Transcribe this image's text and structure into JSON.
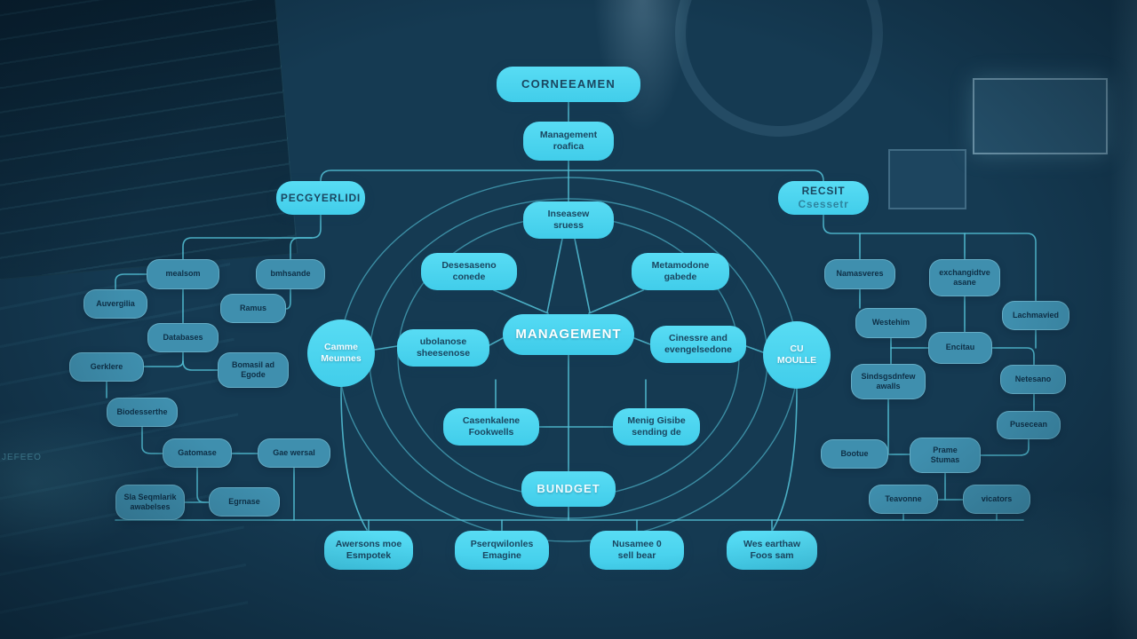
{
  "background": {
    "edge_label": "JEFEEO"
  },
  "nodes": {
    "top": {
      "label": "CORNEEAMEN"
    },
    "top_sub": {
      "label": "Management\nroafica"
    },
    "left_branch": {
      "label": "PECGYERLIDI"
    },
    "right_branch": {
      "label": "RECSIT",
      "sub": "Csessetr"
    },
    "inner_top": {
      "label": "Inseasew\nsruess"
    },
    "inner_top_left": {
      "label": "Desesaseno\nconede"
    },
    "inner_top_right": {
      "label": "Metamodone\ngabede"
    },
    "hub": {
      "label": "MANAGEMENT"
    },
    "inner_left": {
      "label": "ubolanose\nsheesenose"
    },
    "inner_right": {
      "label": "Cinessre and\nevengelsedone"
    },
    "inner_bottom_left": {
      "label": "Casenkalene\nFookwells"
    },
    "inner_bottom_right": {
      "label": "Menig Gisibe\nsending de"
    },
    "budget": {
      "label": "BUNDGET"
    },
    "circle_left": {
      "label": "Camme\nMeunnes"
    },
    "circle_right": {
      "label": "CU\nMOULLE"
    },
    "bottom_1": {
      "label": "Awersons moe\nEsmpotek"
    },
    "bottom_2": {
      "label": "Pserqwilonles\nEmagine"
    },
    "bottom_3": {
      "label": "Nusamee 0\nsell bear"
    },
    "bottom_4": {
      "label": "Wes earthaw\nFoos sam"
    },
    "mealsom": {
      "label": "mealsom"
    },
    "bmhsande": {
      "label": "bmhsande"
    },
    "auvergilia": {
      "label": "Auvergilia"
    },
    "ramus": {
      "label": "Ramus"
    },
    "databases": {
      "label": "Databases"
    },
    "gerklere": {
      "label": "Gerklere"
    },
    "bomasil": {
      "label": "Bomasil ad\nEgode"
    },
    "biodesserthe": {
      "label": "Biodesserthe"
    },
    "gatomase": {
      "label": "Gatomase"
    },
    "gae_wersal": {
      "label": "Gae wersal"
    },
    "sla_seqmlarik": {
      "label": "Sla Seqmlarik\nawabelses"
    },
    "egrnase": {
      "label": "Egrnase"
    },
    "namasveres": {
      "label": "Namasveres"
    },
    "exchangidtve": {
      "label": "exchangidtve\nasane"
    },
    "westehim": {
      "label": "Westehim"
    },
    "lachmavied": {
      "label": "Lachmavied"
    },
    "encitau": {
      "label": "Encitau"
    },
    "sindsgsdnfew": {
      "label": "Sindsgsdnfew\nawalls"
    },
    "netesano": {
      "label": "Netesano"
    },
    "pusecean": {
      "label": "Pusecean"
    },
    "bootue": {
      "label": "Bootue"
    },
    "prame": {
      "label": "Prame\nStumas"
    },
    "teavonne": {
      "label": "Teavonne"
    },
    "vicators": {
      "label": "vicators"
    }
  },
  "colors": {
    "node_bright": "#4bd7f0",
    "node_muted": "#3f8fae",
    "wire": "#55c4da",
    "background": "#153a52",
    "text_dark": "#1a4660",
    "text_light": "#f2fcff"
  }
}
